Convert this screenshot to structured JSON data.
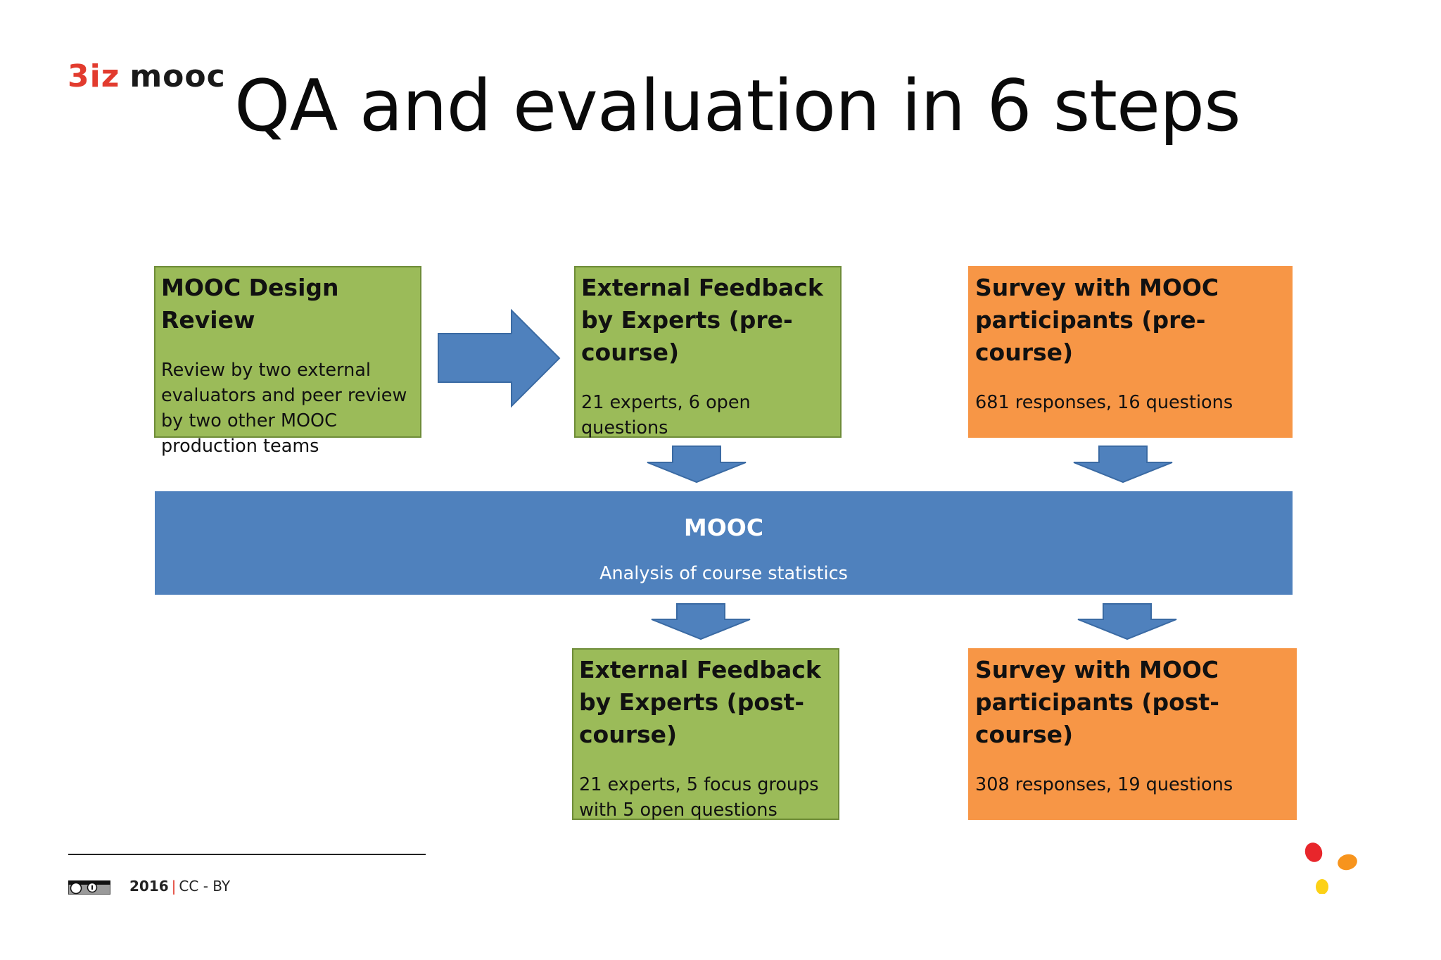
{
  "logo": {
    "part1": "3iz",
    "part2": "mooc"
  },
  "title": "QA and evaluation in 6 steps",
  "diagram": {
    "design_review": {
      "title": "MOOC Design Review",
      "text": "Review by two external evaluators and peer review by two other MOOC production teams"
    },
    "ext_pre": {
      "title": "External Feedback by Experts (pre-course)",
      "text": "21 experts, 6 open questions"
    },
    "survey_pre": {
      "title": "Survey with MOOC participants (pre-course)",
      "text": "681 responses, 16 questions"
    },
    "mooc": {
      "title": "MOOC",
      "text": "Analysis of course statistics"
    },
    "ext_post": {
      "title": "External Feedback by Experts (post-course)",
      "text": "21 experts, 5 focus groups with 5 open questions"
    },
    "survey_post": {
      "title": "Survey with MOOC participants (post-course)",
      "text": "308 responses, 19 questions"
    }
  },
  "footer": {
    "year": "2016",
    "separator": "|",
    "license": "CC - BY"
  },
  "colors": {
    "green": "#9bbb59",
    "orange": "#f79646",
    "blue": "#4f81bd",
    "brand_red": "#e23b2e",
    "dot_orange": "#f7941d",
    "dot_yellow": "#fcd116"
  },
  "icons": {
    "license": "cc-by-icon",
    "decor": "colored-dots-icon"
  }
}
